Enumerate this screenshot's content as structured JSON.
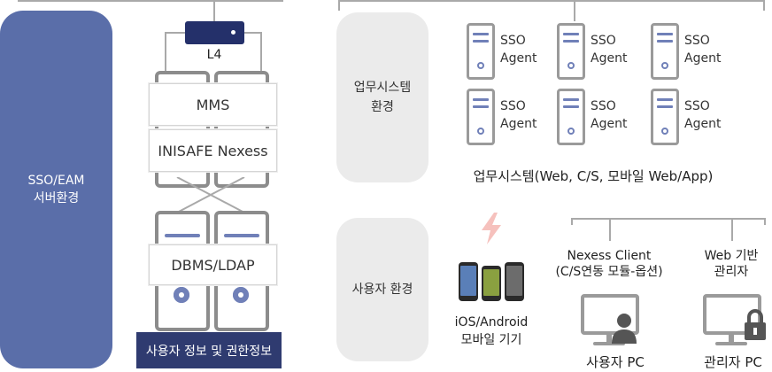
{
  "left_panel": {
    "line1": "SSO/EAM",
    "line2": "서버환경"
  },
  "center": {
    "l4_label": "L4",
    "mms_label": "MMS",
    "inisafe_label": "INISAFE Nexess",
    "dbms_label": "DBMS/LDAP",
    "db_caption": "사용자 정보 및 권한정보"
  },
  "work_system": {
    "pill_line1": "업무시스템",
    "pill_line2": "환경",
    "agents": [
      {
        "line1": "SSO",
        "line2": "Agent"
      },
      {
        "line1": "SSO",
        "line2": "Agent"
      },
      {
        "line1": "SSO",
        "line2": "Agent"
      },
      {
        "line1": "SSO",
        "line2": "Agent"
      },
      {
        "line1": "SSO",
        "line2": "Agent"
      },
      {
        "line1": "SSO",
        "line2": "Agent"
      }
    ],
    "caption": "업무시스템(Web, C/S, 모바일 Web/App)"
  },
  "user_env": {
    "pill_label": "사용자 환경",
    "mobile_line1": "iOS/Android",
    "mobile_line2": "모바일 기기",
    "nexess_line1": "Nexess Client",
    "nexess_line2": "(C/S연동 모듈-옵션)",
    "web_line1": "Web 기반",
    "web_line2": "관리자",
    "user_pc_label": "사용자 PC",
    "admin_pc_label": "관리자 PC"
  },
  "colors": {
    "panel": "#5a6ea9",
    "l4_device": "#24306a",
    "db_caption_bg": "#2f3b70",
    "accent": "#7080b8",
    "line": "#a9a9a9",
    "pill": "#ebebeb",
    "lightning": "#f6c1bd"
  },
  "icons": [
    "server-icon",
    "lightning-icon",
    "smartphone-icon",
    "monitor-icon",
    "user-icon",
    "lock-icon"
  ]
}
